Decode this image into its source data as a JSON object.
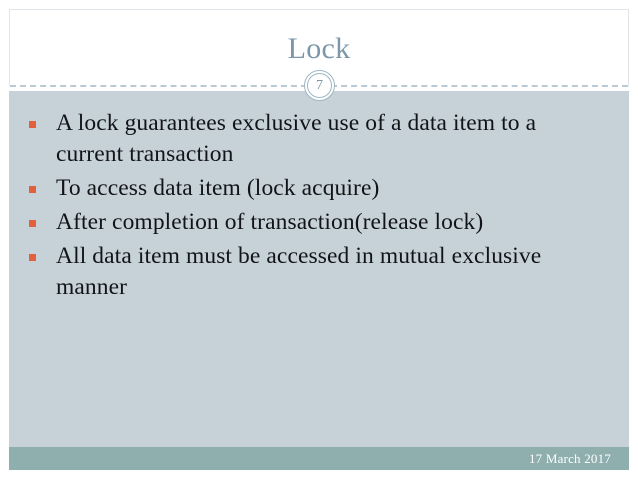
{
  "slide": {
    "title": "Lock",
    "page_number": "7",
    "footer_date": "17 March 2017",
    "bullets": [
      {
        "text": "A lock guarantees exclusive use of a data item to a current transaction"
      },
      {
        "text": "To access data item (lock acquire)"
      },
      {
        "text": "After completion of transaction(release lock)"
      },
      {
        "text": "All data item must be accessed in mutual exclusive manner"
      }
    ]
  },
  "colors": {
    "title": "#7c97a9",
    "body_background": "#c7d1d8",
    "bullet_marker": "#e2613c",
    "footer_bar": "#8fafaf",
    "divider": "#b9cad4",
    "body_text": "#111418"
  }
}
